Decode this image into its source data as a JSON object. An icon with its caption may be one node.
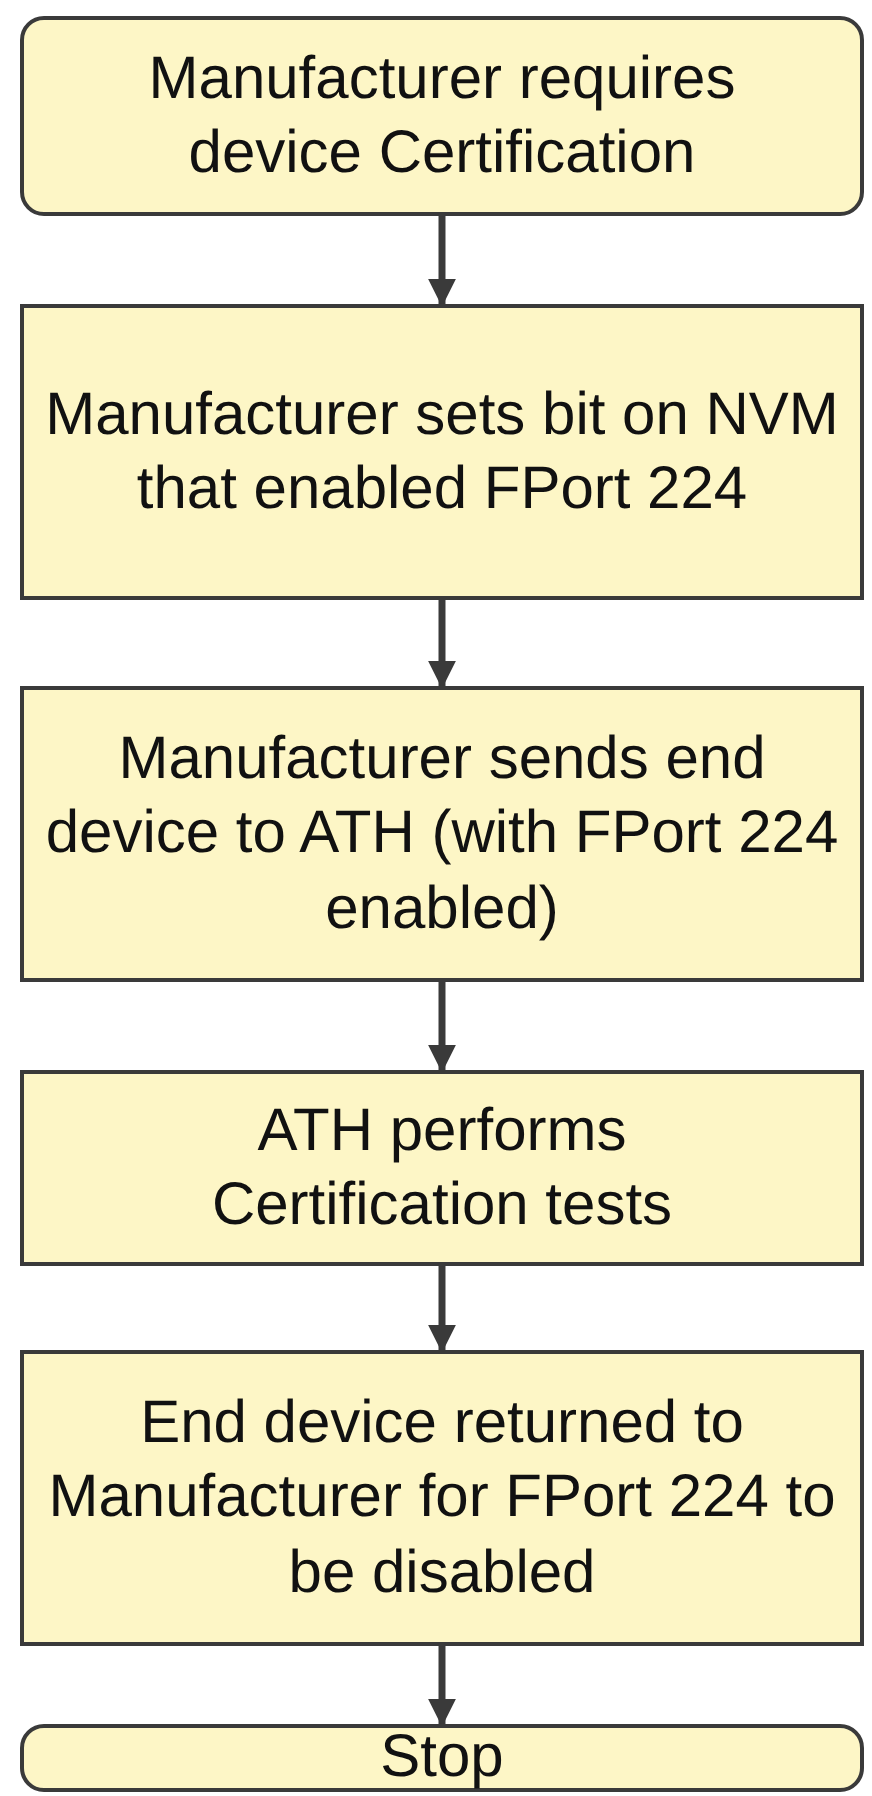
{
  "diagram": {
    "nodes": [
      {
        "text": [
          "Manufacturer requires device Certification"
        ]
      },
      {
        "text": [
          "Manufacturer sets bit on NVM that enabled FPort 224"
        ]
      },
      {
        "text": [
          "Manufacturer sends end device to ATH (with FPort 224 enabled)"
        ]
      },
      {
        "text": [
          "ATH performs Certification tests"
        ]
      },
      {
        "text": [
          "End device returned to Manufacturer for FPort 224 to be disabled"
        ]
      },
      {
        "text": [
          "Stop"
        ]
      }
    ],
    "edges": [
      {
        "from": 0,
        "to": 1,
        "arrow": "to"
      },
      {
        "from": 1,
        "to": 2,
        "arrow": "to"
      },
      {
        "from": 2,
        "to": 3,
        "arrow": "to"
      },
      {
        "from": 3,
        "to": 4,
        "arrow": "to"
      },
      {
        "from": 4,
        "to": 5,
        "arrow": "to"
      }
    ]
  }
}
